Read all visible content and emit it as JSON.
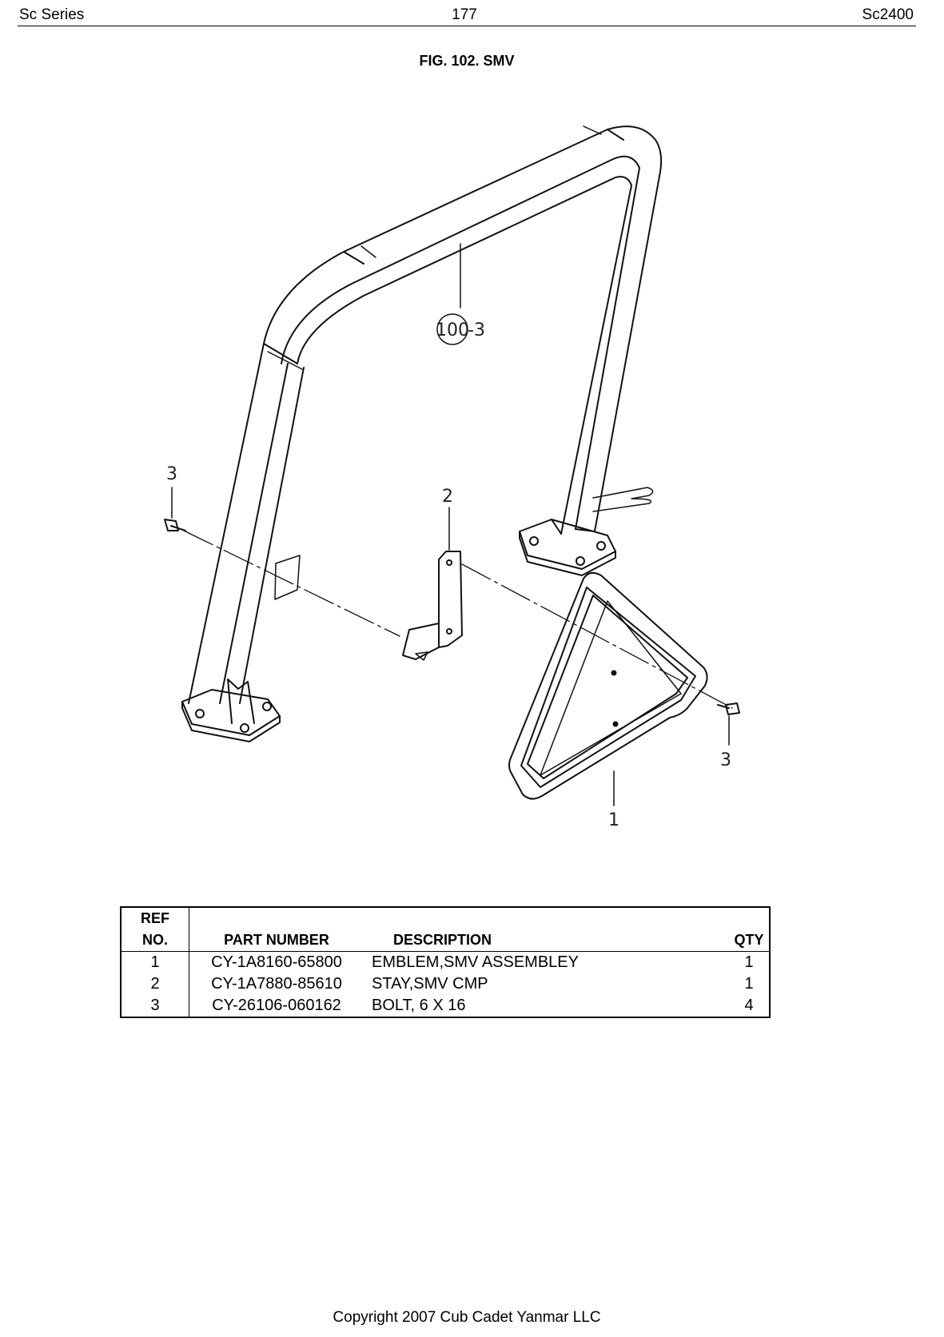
{
  "header": {
    "left": "Sc Series",
    "center": "177",
    "right": "Sc2400"
  },
  "figure": {
    "title": "FIG. 102. SMV",
    "callouts": {
      "frame_circled": "100",
      "frame_suffix": "-3",
      "bolt_left": "3",
      "bracket": "2",
      "bolt_right": "3",
      "emblem": "1"
    }
  },
  "parts_table": {
    "headers": {
      "ref_line1": "REF",
      "ref_line2": "NO.",
      "part_number": "PART NUMBER",
      "description": "DESCRIPTION",
      "qty": "QTY"
    },
    "rows": [
      {
        "ref": "1",
        "part_number": "CY-1A8160-65800",
        "description": "EMBLEM,SMV ASSEMBLEY",
        "qty": "1"
      },
      {
        "ref": "2",
        "part_number": "CY-1A7880-85610",
        "description": "STAY,SMV CMP",
        "qty": "1"
      },
      {
        "ref": "3",
        "part_number": "CY-26106-060162",
        "description": "BOLT, 6 X 16",
        "qty": "4"
      }
    ]
  },
  "footer": {
    "copyright": "Copyright 2007 Cub Cadet Yanmar LLC"
  }
}
